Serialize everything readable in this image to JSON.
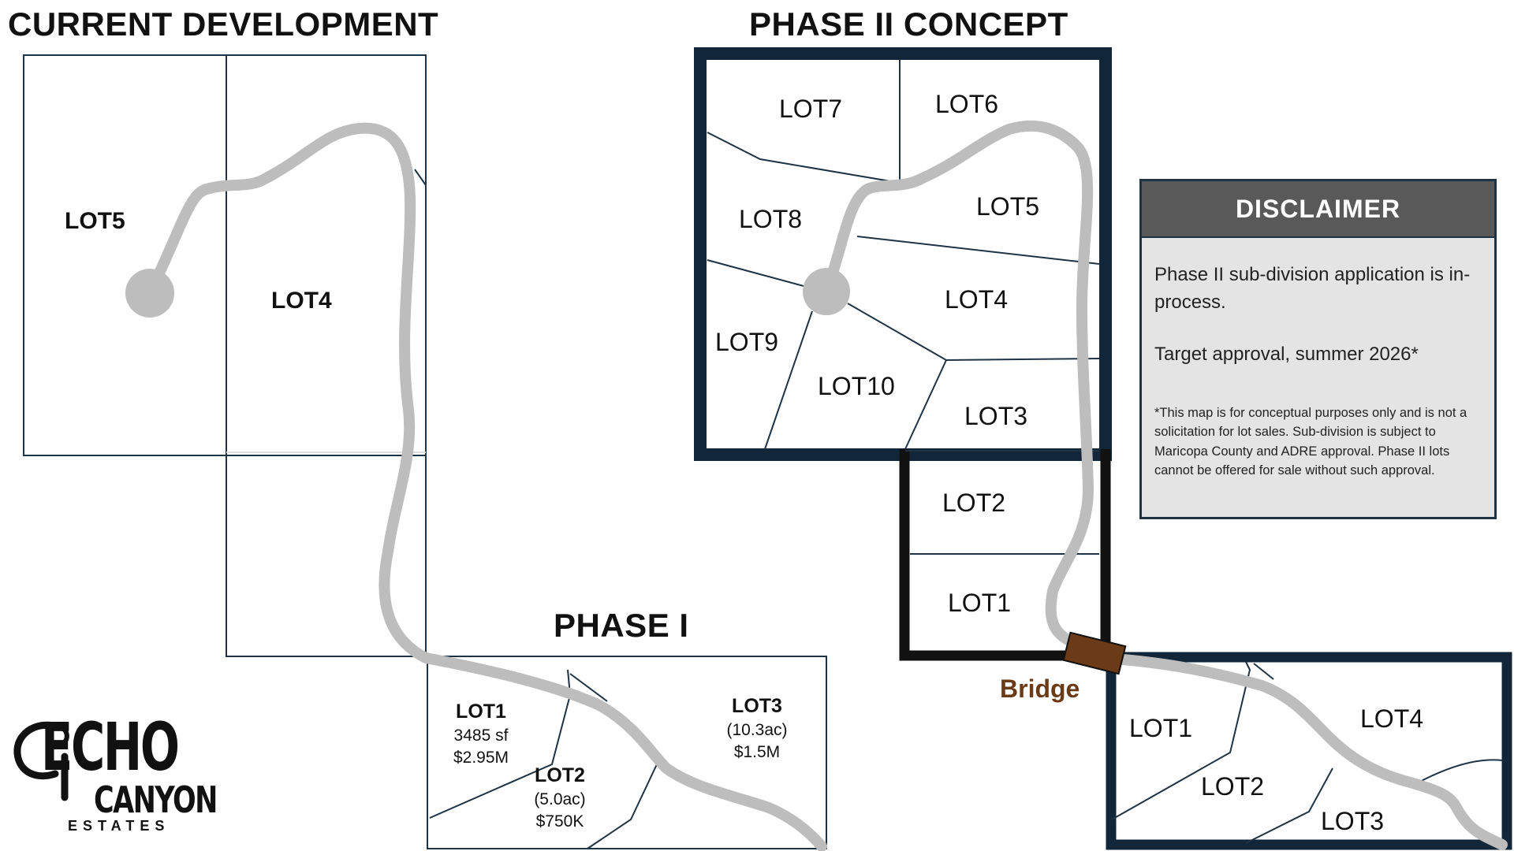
{
  "titles": {
    "current": "CURRENT DEVELOPMENT",
    "phase2": "PHASE II CONCEPT",
    "phase1": "PHASE I"
  },
  "current_lots": {
    "lot5": "LOT5",
    "lot4": "LOT4"
  },
  "phase2_lots": {
    "lot7": "LOT7",
    "lot6": "LOT6",
    "lot8": "LOT8",
    "lot5": "LOT5",
    "lot4": "LOT4",
    "lot9": "LOT9",
    "lot10": "LOT10",
    "lot3": "LOT3",
    "lot2": "LOT2",
    "lot1": "LOT1"
  },
  "phase1_lots": {
    "lot1": {
      "name": "LOT1",
      "line1": "3485 sf",
      "line2": "$2.95M"
    },
    "lot2": {
      "name": "LOT2",
      "line1": "(5.0ac)",
      "line2": "$750K"
    },
    "lot3": {
      "name": "LOT3",
      "line1": "(10.3ac)",
      "line2": "$1.5M"
    }
  },
  "southeast_lots": {
    "lot1": "LOT1",
    "lot2": "LOT2",
    "lot3": "LOT3",
    "lot4": "LOT4"
  },
  "bridge": {
    "label": "Bridge",
    "color": "#6b3a16"
  },
  "disclaimer": {
    "header": "DISCLAIMER",
    "paragraph1": "Phase II sub-division application is in-process.",
    "paragraph2": "Target approval, summer 2026*",
    "note": "*This map is for conceptual purposes only and is not a solicitation for lot sales.  Sub-division is subject to Maricopa County and ADRE approval. Phase II lots cannot be offered for sale without such approval."
  },
  "logo": {
    "line1": "ECHO",
    "line2": "CANYON",
    "line3": "ESTATES"
  },
  "colors": {
    "road": "#bdbdbd",
    "boundary_navy": "#1e3344",
    "lot_line": "#1e3344",
    "disclaimer_header": "#595959",
    "disclaimer_bg": "#e4e4e4"
  }
}
